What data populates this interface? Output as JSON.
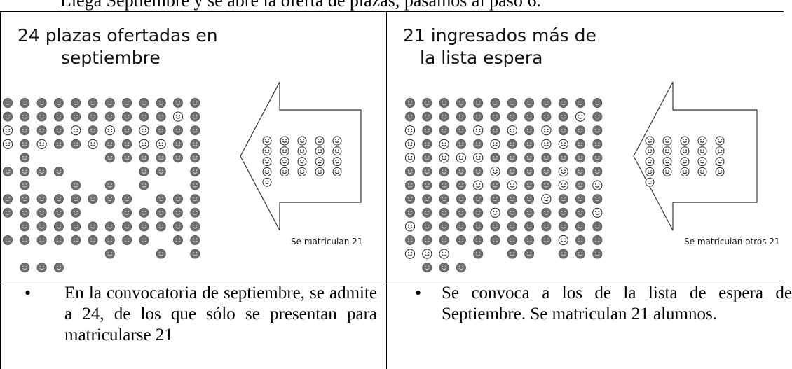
{
  "intro_line": "Llega Septiembre y se abre la oferta de plazas, pasamos al paso 6.",
  "left_panel": {
    "title_line1": "24 plazas ofertadas en",
    "title_line2": "septiembre",
    "arrow_label": "Se matriculan 21",
    "bullet": "En la convocatoria de septiembre, se admite a 24, de los que sólo se presentan para matricularse 21"
  },
  "right_panel": {
    "title_line1": "21 ingresados más de",
    "title_line2": "la lista espera",
    "arrow_label": "Se matriculan otros 21",
    "bullet": "Se convoca a los de la lista de espera de Septiembre. Se matriculan 21 alumnos."
  },
  "icons": {
    "filled_face": "filled-smiley-icon",
    "outline_face": "outline-smiley-icon"
  },
  "colors": {
    "filled": "#6f6f6f",
    "outline": "#222222",
    "border": "#000000"
  }
}
